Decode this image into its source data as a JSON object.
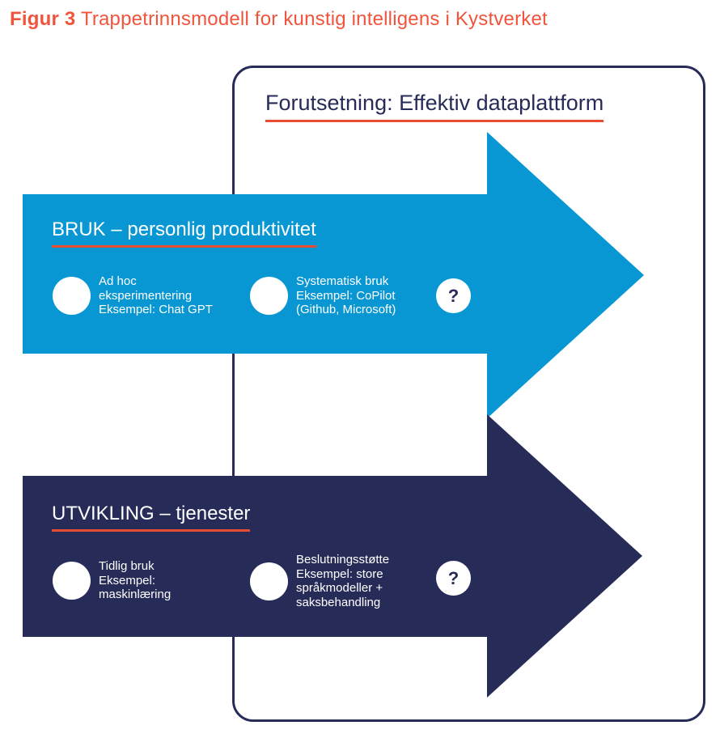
{
  "figure": {
    "label": "Figur 3",
    "title": "Trappetrinnsmodell for kunstig intelligens i Kystverket"
  },
  "colors": {
    "accent_orange": "#F0543C",
    "underline_red": "#E84C33",
    "arrow_blue": "#0997D4",
    "arrow_navy": "#272B58",
    "white": "#FFFFFF"
  },
  "prerequisite_box": {
    "heading": "Forutsetning: Effektiv dataplattform"
  },
  "arrows": [
    {
      "id": "bruk",
      "heading": "BRUK – personlig produktivitet",
      "steps": [
        {
          "text": "Ad hoc\neksperimentering\nEksempel: Chat GPT"
        },
        {
          "text": "Systematisk bruk\nEksempel: CoPilot\n(Github, Microsoft)"
        },
        {
          "text": "?",
          "type": "question"
        }
      ]
    },
    {
      "id": "utvikling",
      "heading": "UTVIKLING – tjenester",
      "steps": [
        {
          "text": "Tidlig bruk\nEksempel:\nmaskinlæring"
        },
        {
          "text": "Beslutningsstøtte\nEksempel: store\nspråkmodeller +\nsaksbehandling"
        },
        {
          "text": "?",
          "type": "question"
        }
      ]
    }
  ]
}
